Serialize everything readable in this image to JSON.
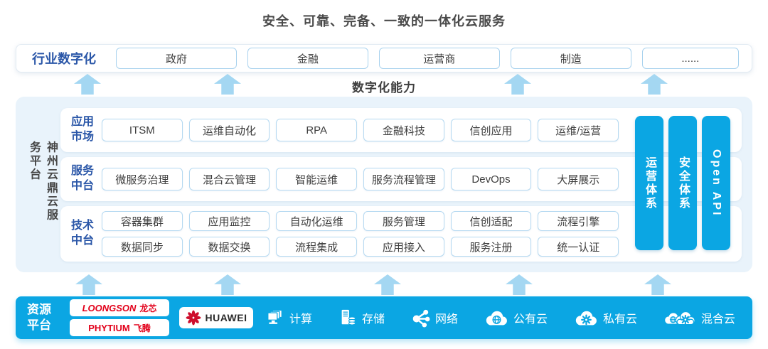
{
  "title": "安全、可靠、完备、一致的一体化云服务",
  "capability_label": "数字化能力",
  "industry": {
    "label": "行业数字化",
    "items": [
      "政府",
      "金融",
      "运营商",
      "制造",
      "......"
    ]
  },
  "platform": {
    "side_label": "神州云鼎云服务平台",
    "rows": [
      {
        "label": "应用市场",
        "lines": [
          [
            "ITSM",
            "运维自动化",
            "RPA",
            "金融科技",
            "信创应用",
            "运维/运营"
          ]
        ]
      },
      {
        "label": "服务中台",
        "lines": [
          [
            "微服务治理",
            "混合云管理",
            "智能运维",
            "服务流程管理",
            "DevOps",
            "大屏展示"
          ]
        ]
      },
      {
        "label": "技术中台",
        "lines": [
          [
            "容器集群",
            "应用监控",
            "自动化运维",
            "服务管理",
            "信创适配",
            "流程引擎"
          ],
          [
            "数据同步",
            "数据交换",
            "流程集成",
            "应用接入",
            "服务注册",
            "统一认证"
          ]
        ]
      }
    ],
    "pillars": [
      "运营体系",
      "安全体系",
      "Open API"
    ]
  },
  "resources": {
    "label": "资源平台",
    "chip_vendors": [
      {
        "latin": "LOONGSON",
        "cjk": "龙芯"
      },
      {
        "latin": "PHYTIUM",
        "cjk": "飞腾"
      }
    ],
    "huawei_label": "HUAWEI",
    "items": [
      {
        "icon": "compute-icon",
        "label": "计算"
      },
      {
        "icon": "storage-icon",
        "label": "存储"
      },
      {
        "icon": "network-icon",
        "label": "网络"
      },
      {
        "icon": "public-cloud-icon",
        "label": "公有云"
      },
      {
        "icon": "private-cloud-icon",
        "label": "私有云"
      },
      {
        "icon": "hybrid-cloud-icon",
        "label": "混合云"
      }
    ]
  },
  "colors": {
    "accent_blue": "#0BA6E3",
    "arrow_blue": "#A4D7F2",
    "panel_bg": "#E9F3FB",
    "box_border": "#A9D2EE",
    "label_blue": "#2B57A8",
    "logo_red": "#E2001A",
    "huawei_red": "#CE0E2D",
    "text_dark": "#3D3D3D"
  }
}
